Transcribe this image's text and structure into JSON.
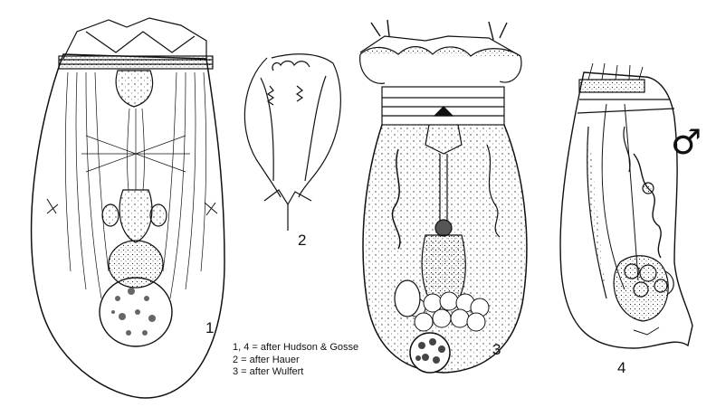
{
  "figures": [
    {
      "label": "1"
    },
    {
      "label": "2"
    },
    {
      "label": "3"
    },
    {
      "label": "4"
    }
  ],
  "credits": [
    "1, 4 = after Hudson & Gosse",
    "2 = after Hauer",
    "3 = after Wulfert"
  ],
  "symbol": {
    "glyph": "♂",
    "meaning": "male"
  }
}
